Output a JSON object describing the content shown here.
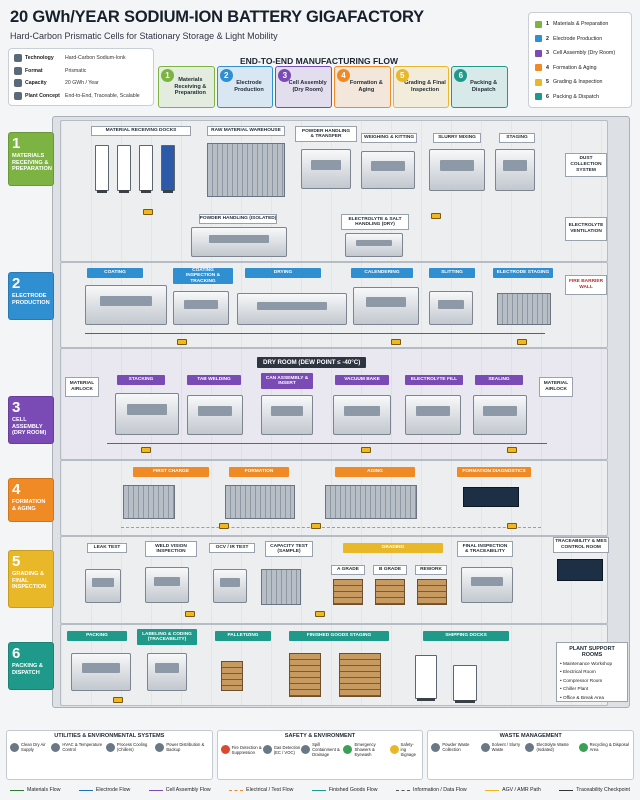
{
  "title": "20 GWh/YEAR SODIUM-ION BATTERY GIGAFACTORY",
  "subtitle": "Hard-Carbon Prismatic Cells for Stationary Storage & Light Mobility",
  "info": [
    {
      "key": "Technology",
      "value": "Hard-Carbon Sodium-Ionk"
    },
    {
      "key": "Format",
      "value": "Prismatic"
    },
    {
      "key": "Capacity",
      "value": "20 GWh / Year"
    },
    {
      "key": "Plant Concept",
      "value": "End-to-End, Traceable, Scalable"
    }
  ],
  "flow_title": "END-TO-END MANUFACTURING FLOW",
  "flow_steps": [
    {
      "num": "1",
      "label": "Materials Receiving & Preparation",
      "color": "#7cb342"
    },
    {
      "num": "2",
      "label": "Electrode Production",
      "color": "#2f8fd1"
    },
    {
      "num": "3",
      "label": "Cell Assembly (Dry Room)",
      "color": "#7a4bb5"
    },
    {
      "num": "4",
      "label": "Formation & Aging",
      "color": "#ef8a25"
    },
    {
      "num": "5",
      "label": "Grading & Final Inspection",
      "color": "#e9b829"
    },
    {
      "num": "6",
      "label": "Packing & Dispatch",
      "color": "#1f9a8a"
    }
  ],
  "legend": [
    {
      "num": "1",
      "label": "Materials & Preparation",
      "color": "#7cb342"
    },
    {
      "num": "2",
      "label": "Electrode Production",
      "color": "#2f8fd1"
    },
    {
      "num": "3",
      "label": "Cell Assembly (Dry Room)",
      "color": "#7a4bb5"
    },
    {
      "num": "4",
      "label": "Formation & Aging",
      "color": "#ef8a25"
    },
    {
      "num": "5",
      "label": "Grading & Inspection",
      "color": "#e9b829"
    },
    {
      "num": "6",
      "label": "Packing & Dispatch",
      "color": "#1f9a8a"
    }
  ],
  "zones": {
    "z1": {
      "num": "1",
      "name": "Materials Receiving & Preparation",
      "color": "#7cb342",
      "labels": [
        "MATERIAL RECEIVING DOCKS",
        "RAW MATERIAL WAREHOUSE",
        "POWDER HANDLING & TRANSFER",
        "WEIGHING & KITTING",
        "SLURRY MIXING",
        "STAGING",
        "POWDER HANDLING (ISOLATED)",
        "ELECTROLYTE & SALT HANDLING (DRY)"
      ],
      "side": [
        "DUST COLLECTION SYSTEM",
        "ELECTROLYTE VENTILATION"
      ]
    },
    "z2": {
      "num": "2",
      "name": "Electrode Production",
      "color": "#2f8fd1",
      "labels": [
        "COATING",
        "COATING INSPECTION & TRACKING",
        "DRYING",
        "CALENDERING",
        "SLITTING",
        "ELECTRODE STAGING"
      ],
      "side": [
        "FIRE BARRIER WALL"
      ]
    },
    "z3": {
      "num": "3",
      "name": "Cell Assembly (Dry Room)",
      "color": "#7a4bb5",
      "banner": "DRY ROOM (DEW POINT ≤ -40°C)",
      "labels": [
        "STACKING",
        "TAB WELDING",
        "CAN ASSEMBLY & INSERT",
        "VACUUM BAKE",
        "ELECTROLYTE FILL",
        "SEALING"
      ],
      "side": [
        "MATERIAL AIRLOCK",
        "MATERIAL AIRLOCK"
      ]
    },
    "z4": {
      "num": "4",
      "name": "Formation & Aging",
      "color": "#ef8a25",
      "labels": [
        "FIRST CHARGE",
        "FORMATION",
        "AGING",
        "FORMATION DIAGNOSTICS"
      ]
    },
    "z5": {
      "num": "5",
      "name": "Grading & Final Inspection",
      "color": "#e9b829",
      "labels": [
        "LEAK TEST",
        "WELD VISION INSPECTION",
        "OCV / IR TEST",
        "CAPACITY TEST (SAMPLE)",
        "GRADING",
        "FINAL INSPECTION & TRACEABILITY"
      ],
      "grades": [
        "A GRADE",
        "B GRADE",
        "REWORK"
      ],
      "side": [
        "TRACEABILITY & MES CONTROL ROOM"
      ]
    },
    "z6": {
      "num": "6",
      "name": "Packing & Dispatch",
      "color": "#1f9a8a",
      "labels": [
        "PACKING",
        "LABELING & CODING (TRACEABILITY)",
        "PALLETIZING",
        "FINISHED GOODS STAGING",
        "SHIPPING DOCKS"
      ]
    }
  },
  "support_rooms": {
    "title": "PLANT SUPPORT ROOMS",
    "items": [
      "• Maintenance Workshop",
      "• Electrical Room",
      "• Compressor Room",
      "• Chiller Plant",
      "• Office & Break Area"
    ]
  },
  "bottom_panels": [
    {
      "title": "UTILITIES & ENVIRONMENTAL SYSTEMS",
      "items": [
        "Clean Dry Air Supply",
        "HVAC & Temperature Control",
        "Process Cooling (Chillers)",
        "Power Distribution & Backup"
      ]
    },
    {
      "title": "SAFETY & ENVIRONMENT",
      "items": [
        "Fire Detection & Suppression",
        "Gas Detection (EC / VOC)",
        "Spill Containment & Drainage",
        "Emergency Showers & Eyewash",
        "Safety-ing Signage"
      ]
    },
    {
      "title": "WASTE MANAGEMENT",
      "items": [
        "Powder Waste Collection",
        "Solvent / Slurry Waste",
        "Electrolyte Waste (Isolated)",
        "Recycling & Disposal Area"
      ]
    }
  ],
  "flow_legend": [
    {
      "label": "Materials Flow",
      "color": "#2e7d32",
      "style": "solid"
    },
    {
      "label": "Electrode Flow",
      "color": "#1e6fc0",
      "style": "solid"
    },
    {
      "label": "Cell Assembly Flow",
      "color": "#7a4bb5",
      "style": "solid"
    },
    {
      "label": "Electrical / Test Flow",
      "color": "#ef8a25",
      "style": "dashed"
    },
    {
      "label": "Finished Goods Flow",
      "color": "#1f9a8a",
      "style": "solid"
    },
    {
      "label": "Information / Data Flow",
      "color": "#555555",
      "style": "dashed"
    },
    {
      "label": "AGV / AMR Path",
      "color": "#f0b81c",
      "style": "solid"
    },
    {
      "label": "Traceability Checkpoint",
      "color": "#333333",
      "style": "solid"
    }
  ]
}
